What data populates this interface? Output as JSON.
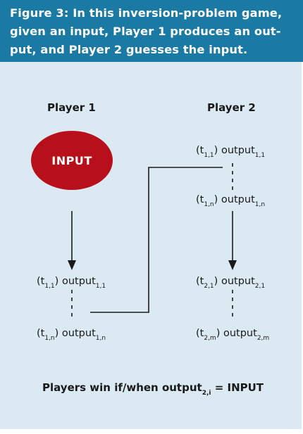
{
  "figure": {
    "title_line1": "Figure 3: In this inversion-problem game,",
    "title_line2": "given an input, Player 1 produces an out-",
    "title_line3": "put, and Player 2 guesses the input."
  },
  "player1": {
    "label": "Player 1",
    "input_label": "INPUT",
    "top": {
      "t_label": "(t",
      "t_sub": "1,1",
      "t_close": ")",
      "out": "output",
      "out_sub": "1,1"
    },
    "bottom": {
      "t_label": "(t",
      "t_sub": "1,n",
      "t_close": ")",
      "out": "output",
      "out_sub": "1,n"
    }
  },
  "player2": {
    "label": "Player 2",
    "row1": {
      "t_label": "(t",
      "t_sub": "1,1",
      "t_close": ")",
      "out": "output",
      "out_sub": "1,1"
    },
    "row2": {
      "t_label": "(t",
      "t_sub": "1,n",
      "t_close": ")",
      "out": "output",
      "out_sub": "1,n"
    },
    "row3": {
      "t_label": "(t",
      "t_sub": "2,1",
      "t_close": ")",
      "out": "output",
      "out_sub": "2,1"
    },
    "row4": {
      "t_label": "(t",
      "t_sub": "2,m",
      "t_close": ")",
      "out": "output",
      "out_sub": "2,m"
    }
  },
  "footer": {
    "prefix": "Players win if/when output",
    "sub": "2,i",
    "suffix": " = INPUT"
  },
  "colors": {
    "header_bg": "#1a7aa4",
    "panel_bg": "#dbe9f2",
    "input_fill": "#b8101a",
    "text": "#1a1a1a"
  }
}
